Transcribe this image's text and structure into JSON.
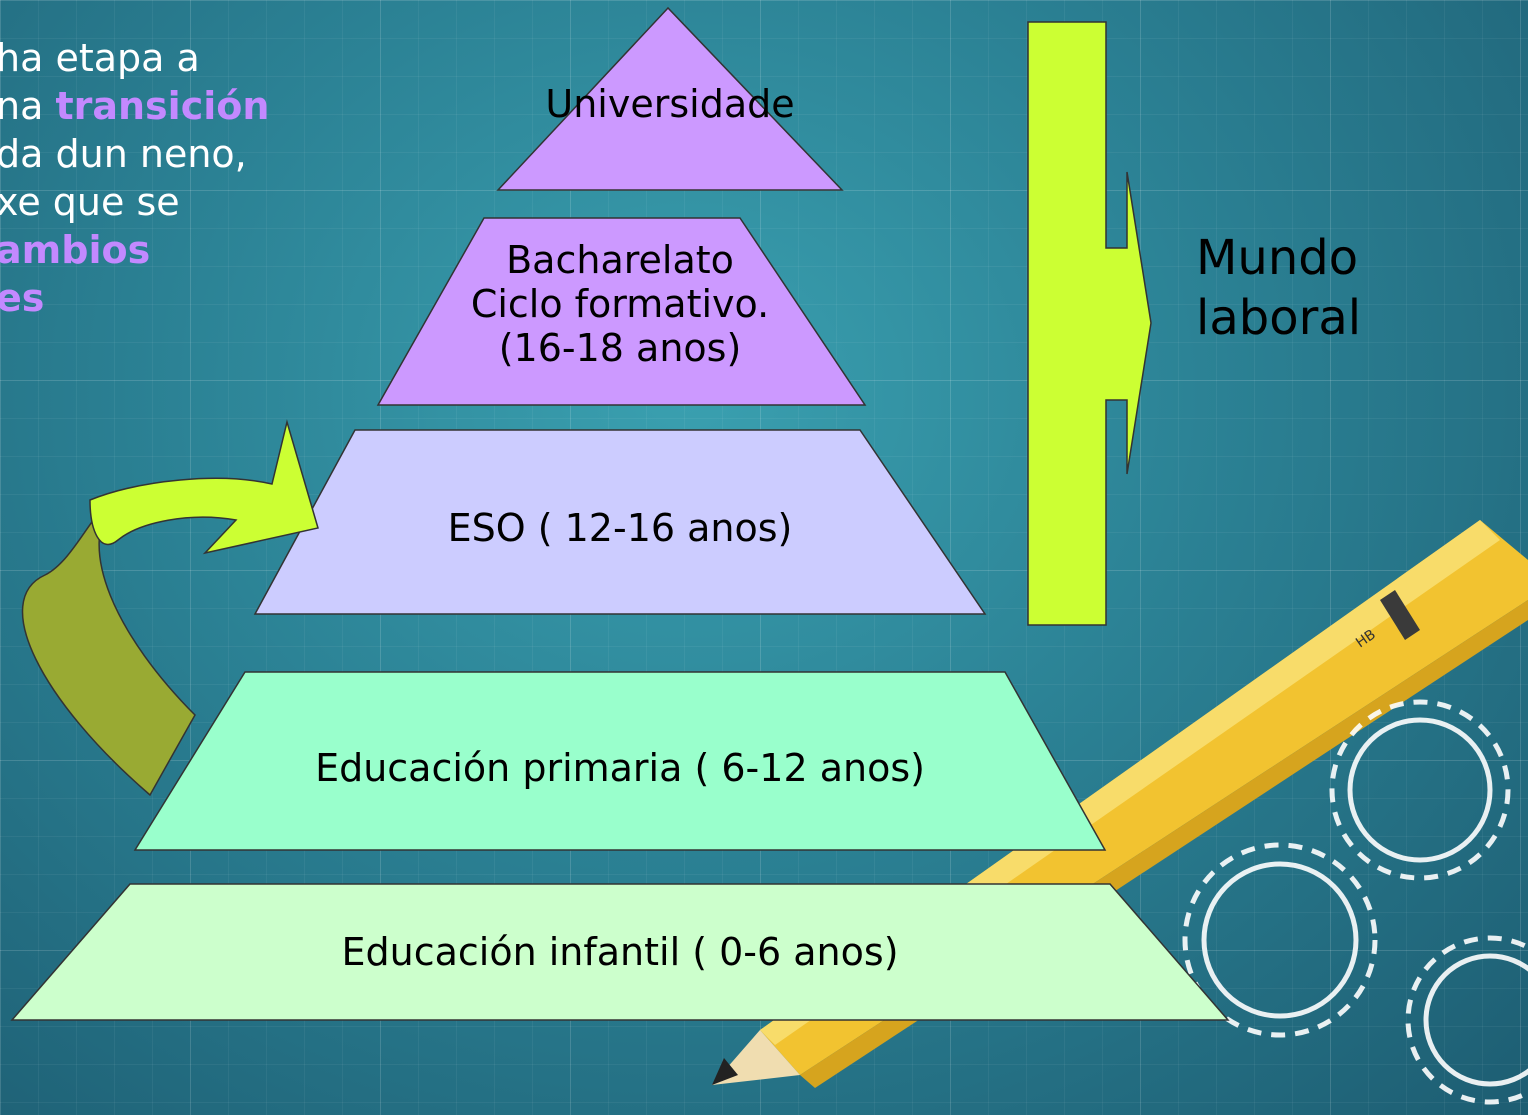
{
  "intro_text": {
    "line1": "ha etapa a",
    "line2_prefix": "na ",
    "line2_highlight": "transición",
    "line3": "da dun neno,",
    "line4": "xe que se",
    "line5_highlight": "ambios",
    "line6_highlight": "es"
  },
  "pyramid": {
    "levels": [
      {
        "label": "Universidade",
        "color": "#cc99ff"
      },
      {
        "label_lines": [
          "Bacharelato",
          "Ciclo formativo.",
          "(16-18 anos)"
        ],
        "color": "#cc99ff"
      },
      {
        "label": "ESO ( 12-16 anos)",
        "color": "#ccccff"
      },
      {
        "label": "Educación primaria ( 6-12 anos)",
        "color": "#99ffcc"
      },
      {
        "label": "Educación infantil ( 0-6 anos)",
        "color": "#ccffcc"
      }
    ]
  },
  "work_arrow": {
    "label_lines": [
      "Mundo",
      "laboral"
    ],
    "color": "#ccff33"
  },
  "curved_arrow": {
    "color": "#ccff33",
    "shadow_color": "#99aa33"
  },
  "pencil": {
    "marking": "HB"
  },
  "colors": {
    "accent_purple": "#c389ff"
  }
}
